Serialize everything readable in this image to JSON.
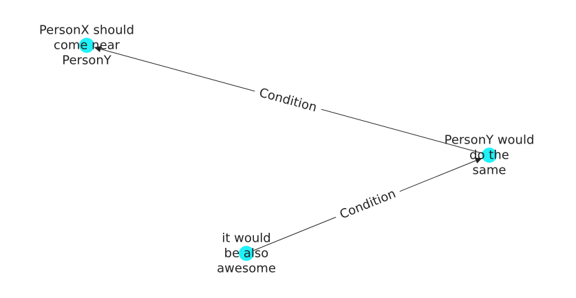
{
  "graph": {
    "node_color": "#1ff1f9",
    "text_color": "#222222",
    "edge_color": "#222222",
    "nodes": [
      {
        "id": "n1",
        "label_lines": [
          "PersonX should",
          "come near",
          "PersonY"
        ]
      },
      {
        "id": "n2",
        "label_lines": [
          "PersonY would",
          "do the",
          "same"
        ]
      },
      {
        "id": "n3",
        "label_lines": [
          "it would",
          "be also",
          "awesome"
        ]
      }
    ],
    "edges": [
      {
        "from": "n2",
        "to": "n1",
        "label": "Condition"
      },
      {
        "from": "n3",
        "to": "n2",
        "label": "Condition"
      }
    ]
  }
}
